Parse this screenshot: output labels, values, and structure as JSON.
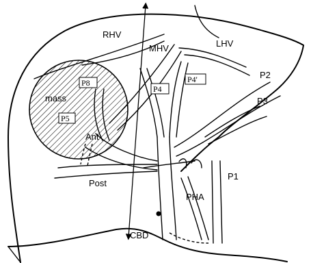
{
  "labels": {
    "rhv": "RHV",
    "mhv": "MHV",
    "lhv": "LHV",
    "p2": "P2",
    "p3": "P3",
    "mass": "mass",
    "ant": "Ant",
    "post": "Post",
    "p1": "P1",
    "pha": "PHA",
    "cbd": "CBD"
  },
  "boxed_labels": {
    "p8": "P8",
    "p5": "P5",
    "p4": "P4",
    "p4prime": "P4'"
  }
}
